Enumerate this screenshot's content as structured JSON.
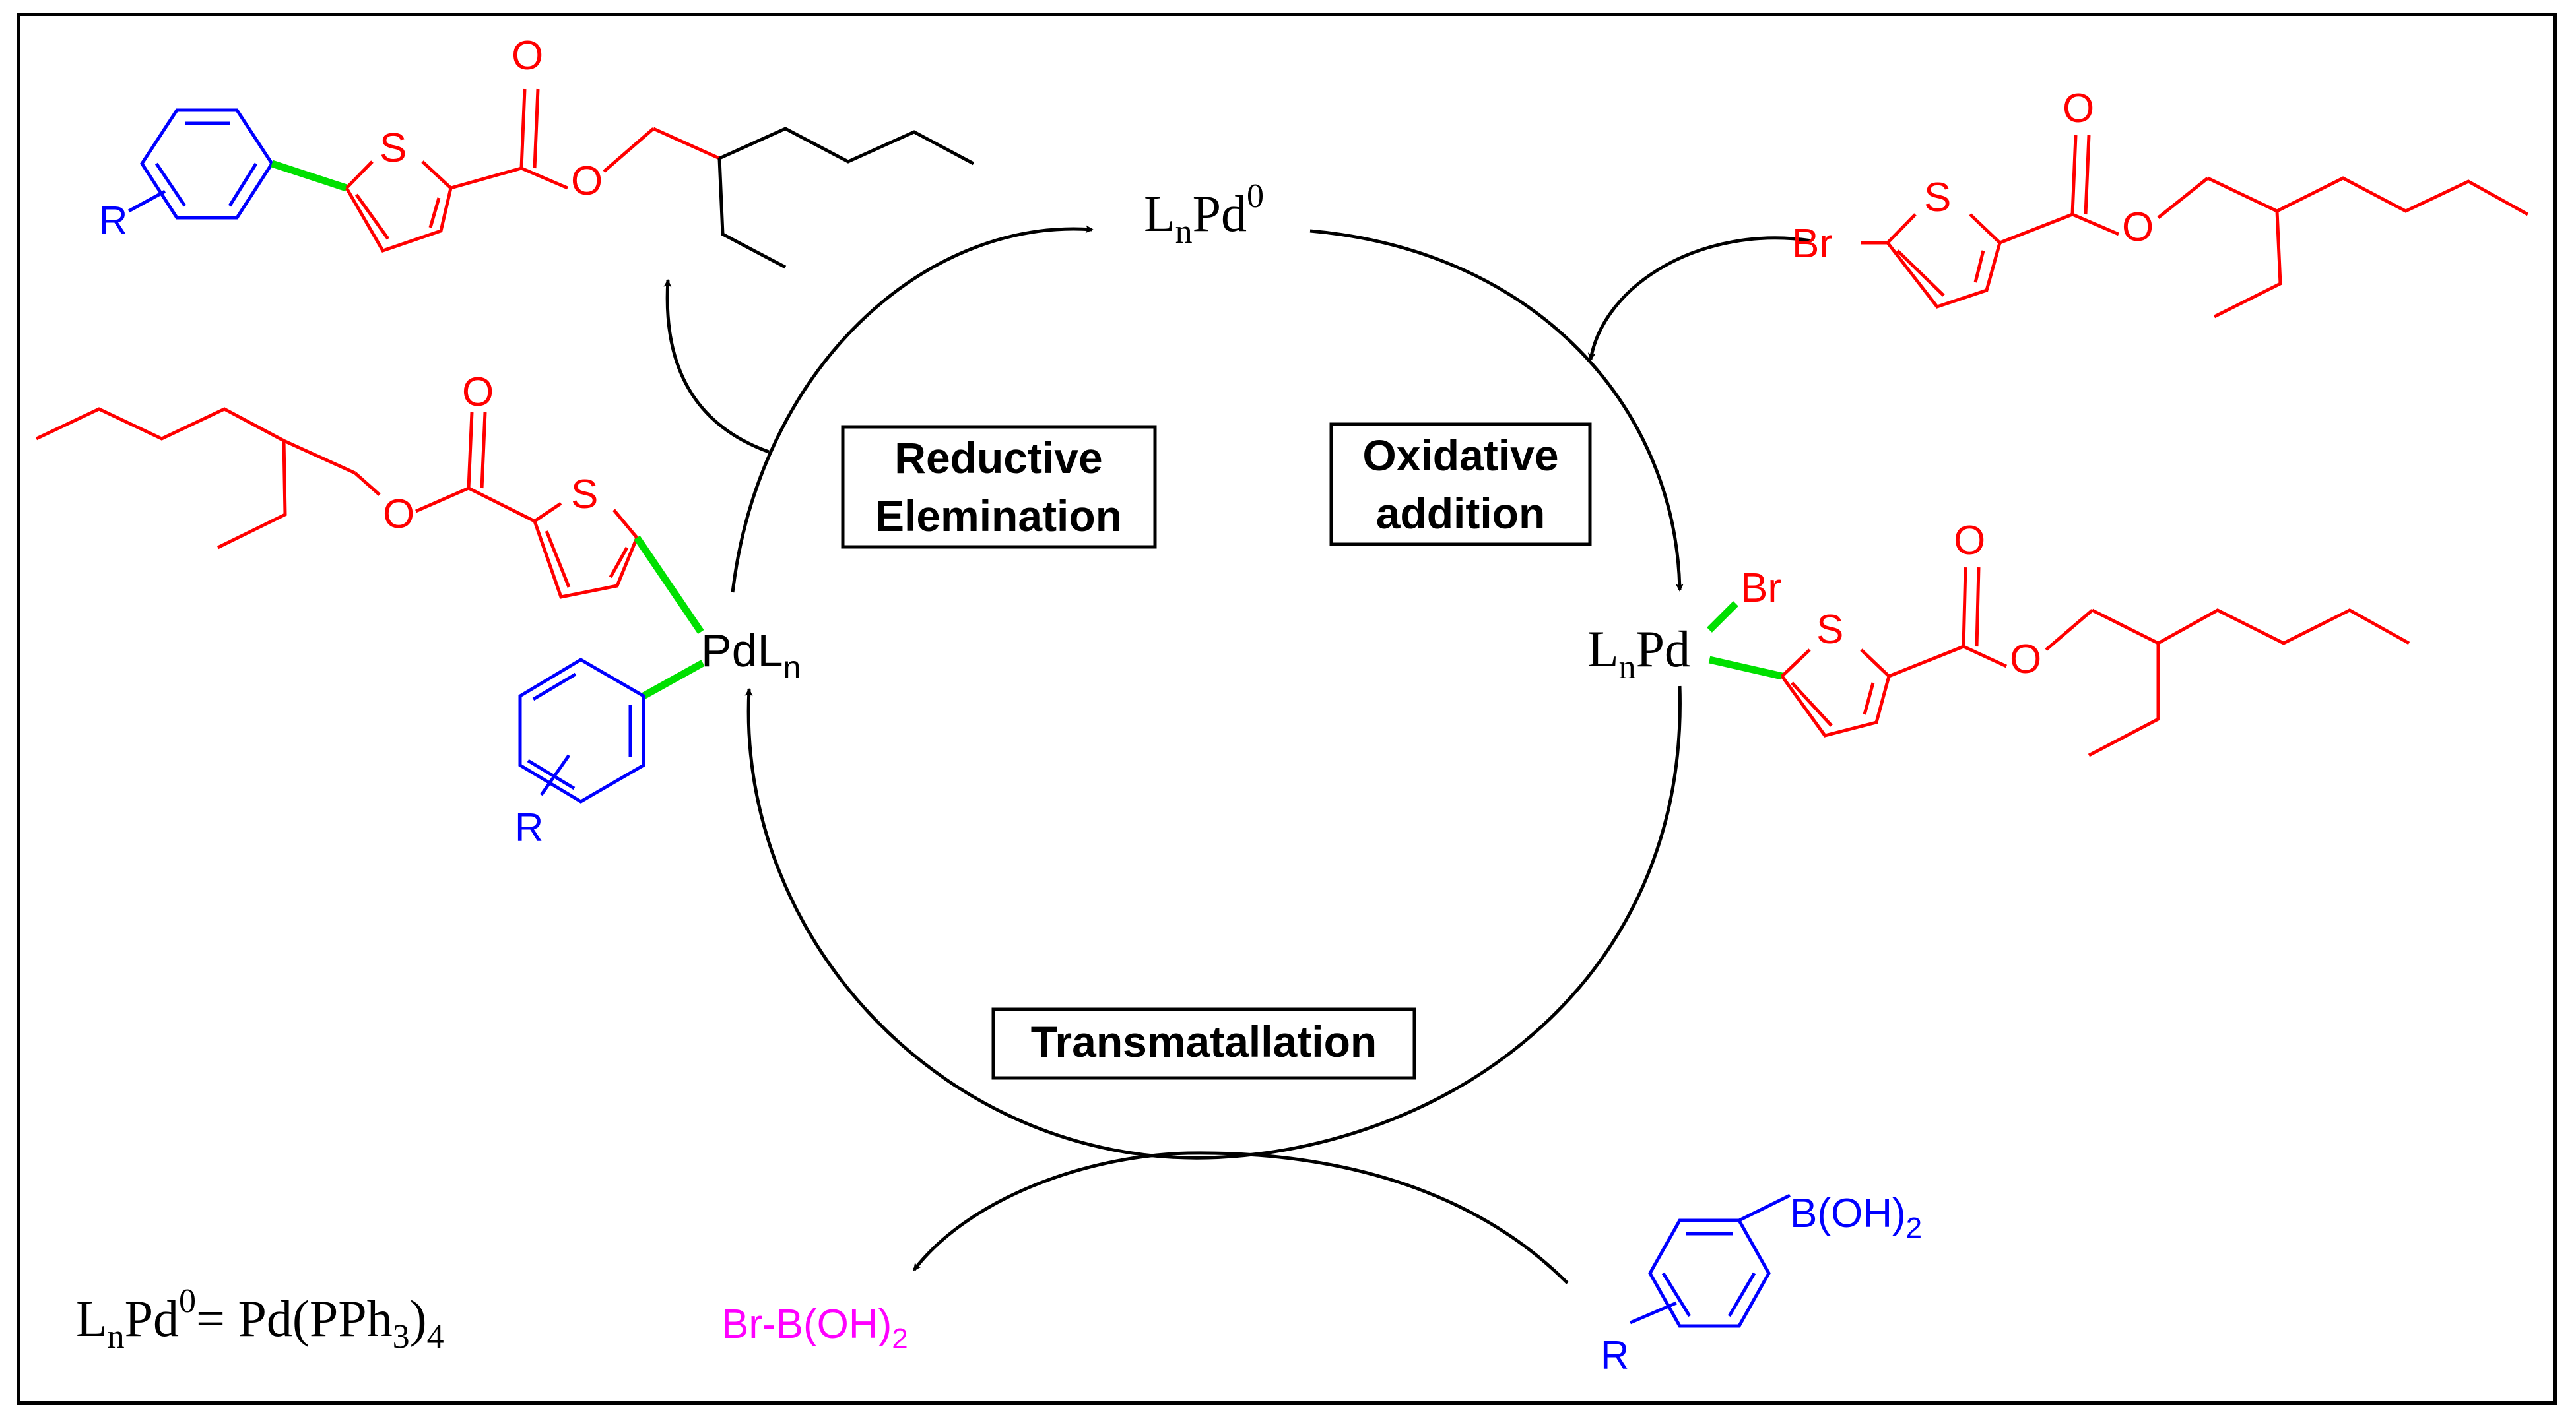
{
  "colors": {
    "thiophene_ester": "#ff0000",
    "aryl": "#0000ff",
    "new_bond": "#00e000",
    "byproduct": "#ff00ff",
    "catalyst_text": "#000000"
  },
  "catalyst": {
    "L": "L",
    "n": "n",
    "Pd": "Pd",
    "zero": "0"
  },
  "steps": {
    "reductive_line1": "Reductive",
    "reductive_line2": "Elemination",
    "oxidative_line1": "Oxidative",
    "oxidative_line2": "addition",
    "transmetallation": "Transmatallation"
  },
  "atoms": {
    "S": "S",
    "O": "O",
    "Br": "Br",
    "R": "R",
    "PdLn_main": "PdL",
    "PdLn_sub": "n"
  },
  "reagents": {
    "boronic_B": "B(OH)",
    "boronic_sub": "2",
    "byproduct_main": "Br-B(OH)",
    "byproduct_sub": "2"
  },
  "footnote": {
    "lhs_L": "L",
    "lhs_n": "n",
    "lhs_Pd": "Pd",
    "lhs_zero": "0",
    "eq": "= Pd(PPh",
    "three": "3",
    "close": ")",
    "four": "4"
  }
}
